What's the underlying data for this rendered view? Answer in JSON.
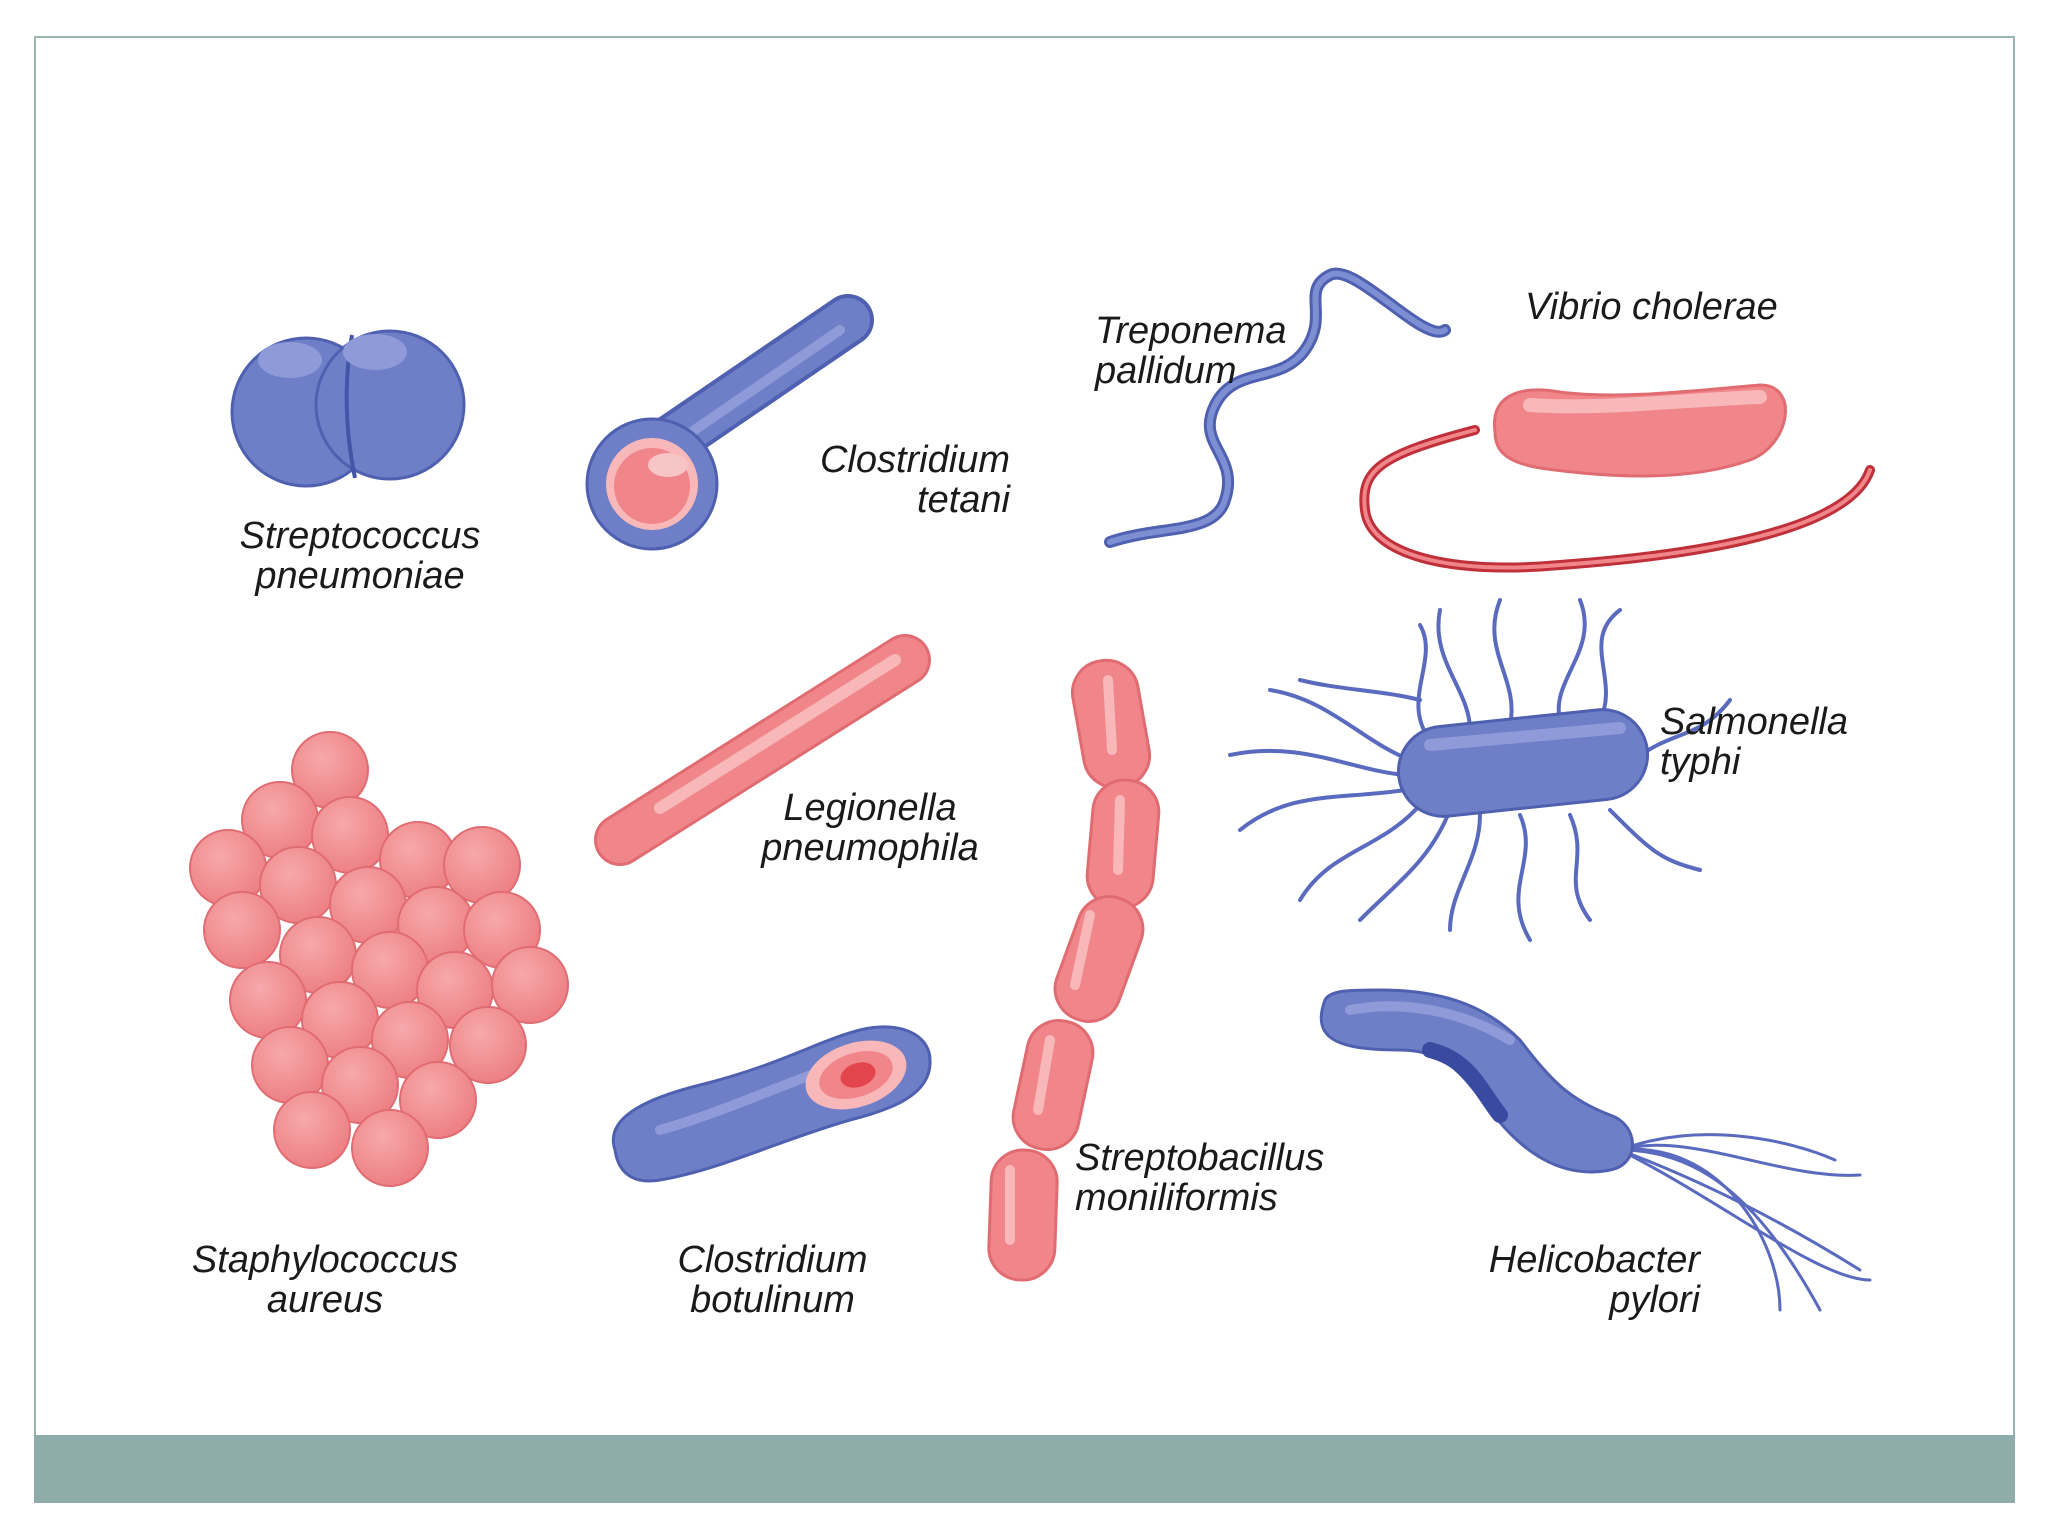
{
  "colors": {
    "frame_border": "#9ab5b2",
    "footer_bar": "#8eaca9",
    "blue_cell": "#6e7fc8",
    "blue_dark": "#4454a6",
    "blue_light": "#aab5e6",
    "pink_cell": "#f0868a",
    "pink_light": "#f8b7b8",
    "pink_dark": "#d9545a",
    "red_flagellum": "#e2454c"
  },
  "organisms": [
    {
      "id": "strep-pneumoniae",
      "label_line1": "Streptococcus",
      "label_line2": "pneumoniae",
      "shape": "diplococcus"
    },
    {
      "id": "clos-tetani",
      "label_line1": "Clostridium",
      "label_line2": "tetani",
      "shape": "drumstick-bacillus"
    },
    {
      "id": "treponema",
      "label_line1": "Treponema",
      "label_line2": "pallidum",
      "shape": "spirochete"
    },
    {
      "id": "vibrio",
      "label_line1": "Vibrio cholerae",
      "label_line2": "",
      "shape": "curved-rod-flagellum"
    },
    {
      "id": "legionella",
      "label_line1": "Legionella",
      "label_line2": "pneumophila",
      "shape": "rod"
    },
    {
      "id": "streptobacillus",
      "label_line1": "Streptobacillus",
      "label_line2": "moniliformis",
      "shape": "chain-of-rods"
    },
    {
      "id": "salmonella",
      "label_line1": "Salmonella",
      "label_line2": "typhi",
      "shape": "peritrichous-rod"
    },
    {
      "id": "staph",
      "label_line1": "Staphylococcus",
      "label_line2": "aureus",
      "shape": "grape-cluster"
    },
    {
      "id": "clos-botulinum",
      "label_line1": "Clostridium",
      "label_line2": "botulinum",
      "shape": "spore-bacillus"
    },
    {
      "id": "helicobacter",
      "label_line1": "Helicobacter",
      "label_line2": "pylori",
      "shape": "spiral-rod-flagella"
    }
  ]
}
